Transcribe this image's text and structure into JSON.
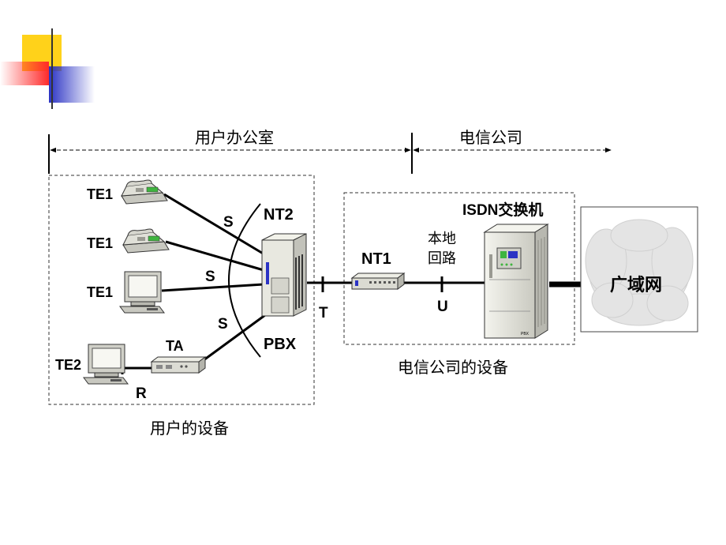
{
  "regions": {
    "office_label": "用户办公室",
    "telecom_label": "电信公司"
  },
  "captions": {
    "user_equipment": "用户的设备",
    "telecom_equipment": "电信公司的设备"
  },
  "devices": {
    "te1_a": "TE1",
    "te1_b": "TE1",
    "te1_c": "TE1",
    "te2": "TE2",
    "ta": "TA",
    "nt2": "NT2",
    "pbx": "PBX",
    "nt1": "NT1",
    "isdn_switch": "ISDN交换机",
    "wan": "广域网",
    "local_loop_1": "本地",
    "local_loop_2": "回路",
    "pbx_small": "PBX"
  },
  "reference_points": {
    "s1": "S",
    "s2": "S",
    "s3": "S",
    "r": "R",
    "t": "T",
    "u": "U"
  },
  "colors": {
    "deco_yellow": "#ffd21a",
    "deco_red": "#ff3030",
    "deco_blue": "#2b33c4",
    "rule": "#555555",
    "cloud": "#e6e6e6",
    "device_body": "#e8e8e0"
  }
}
